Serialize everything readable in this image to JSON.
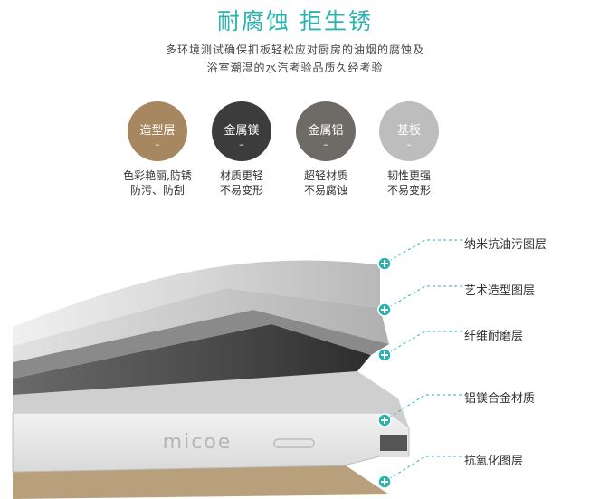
{
  "heading": "耐腐蚀 拒生锈",
  "description": {
    "line1": "多环境测试确保扣板轻松应对厨房的油烟的腐蚀及",
    "line2": "浴室潮湿的水汽考验品质久经考验"
  },
  "layers": [
    {
      "name": "造型层",
      "dash": "–",
      "caption1": "色彩艳丽,防锈",
      "caption2": "防污、防刮",
      "color": "#a6875f"
    },
    {
      "name": "金属镁",
      "dash": "–",
      "caption1": "材质更轻",
      "caption2": "不易变形",
      "color": "#3c3c3c"
    },
    {
      "name": "金属铝",
      "dash": "–",
      "caption1": "超轻材质",
      "caption2": "不易腐蚀",
      "color": "#6e6a66"
    },
    {
      "name": "基板",
      "dash": "–",
      "caption1": "韧性更强",
      "caption2": "不易变形",
      "color": "#bdbdbd"
    }
  ],
  "callouts": [
    "纳米抗油污图层",
    "艺术造型图层",
    "纤维耐磨层",
    "铝镁合金材质",
    "抗氧化图层"
  ],
  "brand_logo_text": "micoe",
  "accent_color": "#2bb3b0"
}
